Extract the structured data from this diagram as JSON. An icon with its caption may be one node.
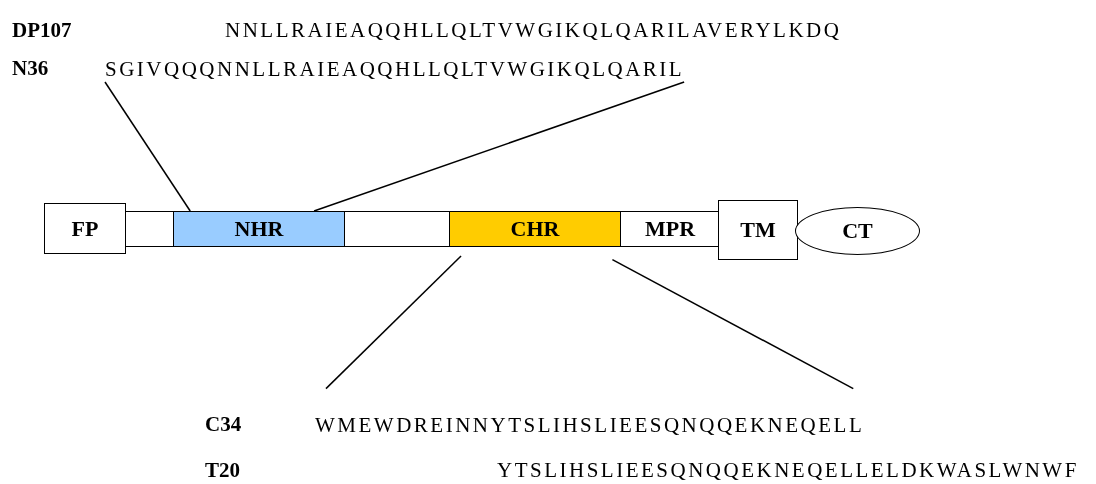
{
  "diagram": {
    "nodes": [
      {
        "text": [
          "FP"
        ]
      },
      {
        "text": [],
        "shape": "bar"
      },
      {
        "text": [
          "NHR"
        ],
        "in": 1
      },
      {
        "text": [
          "CHR"
        ],
        "in": 1
      },
      {
        "text": [
          "MPR"
        ],
        "in": 1
      },
      {
        "text": [
          "TM"
        ]
      },
      {
        "text": [
          "CT"
        ]
      },
      {
        "text": [
          "SGIVQQQNNLLRAIEAQQHLLQLTVWGIKQLQARIL"
        ]
      },
      {
        "text": [
          "WMEWDREINNYTSLIHSLIEESQNQQEKNEQELL"
        ]
      }
    ],
    "edges": [
      {
        "from": 7,
        "to": 2,
        "arrow": "none"
      },
      {
        "from": 7,
        "to": 2,
        "arrow": "none"
      },
      {
        "from": 3,
        "to": 8,
        "arrow": "none"
      },
      {
        "from": 3,
        "to": 8,
        "arrow": "none"
      }
    ],
    "labels": [
      "DP107",
      "NNLLRAIEAQQHLLQLTVWGIKQLQARILAVERYLKDQ",
      "N36",
      "C34",
      "T20",
      "YTSLIHSLIEESQNQQEKNEQELLELDKWASLWNWF"
    ]
  }
}
